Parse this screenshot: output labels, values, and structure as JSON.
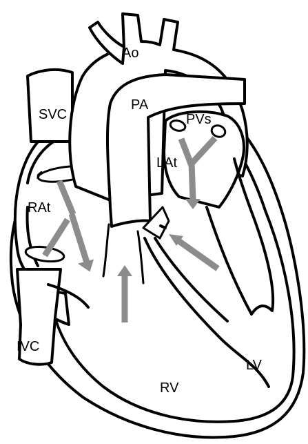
{
  "labels": {
    "ao": "Ao",
    "pa": "PA",
    "pvs": "PVs",
    "svc": "SVC",
    "lat": "LAt",
    "rat": "RAt",
    "ivc": "IVC",
    "rv": "RV",
    "lv": "LV"
  },
  "colors": {
    "outline": "#000000",
    "background": "#ffffff",
    "flow_arrow": "#8c8c8c"
  }
}
